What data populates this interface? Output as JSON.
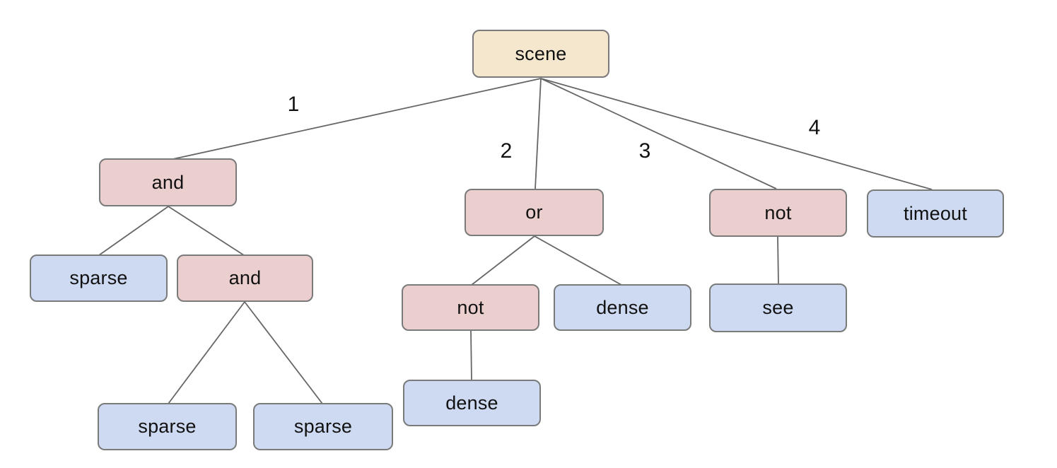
{
  "diagram": {
    "type": "tree",
    "background": "#ffffff",
    "colors": {
      "root_fill": "#f5e7ce",
      "operator_fill": "#eacfce",
      "leaf_fill": "#cedaf2",
      "node_border": "#7a7a7a",
      "edge_stroke": "#666666",
      "text": "#111111"
    },
    "nodes": {
      "scene": {
        "label": "scene",
        "kind": "root"
      },
      "and1": {
        "label": "and",
        "kind": "operator"
      },
      "or1": {
        "label": "or",
        "kind": "operator"
      },
      "not1": {
        "label": "not",
        "kind": "operator"
      },
      "timeout1": {
        "label": "timeout",
        "kind": "leaf"
      },
      "sparse1": {
        "label": "sparse",
        "kind": "leaf"
      },
      "and2": {
        "label": "and",
        "kind": "operator"
      },
      "not2": {
        "label": "not",
        "kind": "operator"
      },
      "dense1": {
        "label": "dense",
        "kind": "leaf"
      },
      "see1": {
        "label": "see",
        "kind": "leaf"
      },
      "sparse2": {
        "label": "sparse",
        "kind": "leaf"
      },
      "sparse3": {
        "label": "sparse",
        "kind": "leaf"
      },
      "dense2": {
        "label": "dense",
        "kind": "leaf"
      }
    },
    "edge_labels": {
      "e1": "1",
      "e2": "2",
      "e3": "3",
      "e4": "4"
    },
    "edges": [
      {
        "from": "scene",
        "to": "and1",
        "label": "1"
      },
      {
        "from": "scene",
        "to": "or1",
        "label": "2"
      },
      {
        "from": "scene",
        "to": "not1",
        "label": "3"
      },
      {
        "from": "scene",
        "to": "timeout1",
        "label": "4"
      },
      {
        "from": "and1",
        "to": "sparse1"
      },
      {
        "from": "and1",
        "to": "and2"
      },
      {
        "from": "and2",
        "to": "sparse2"
      },
      {
        "from": "and2",
        "to": "sparse3"
      },
      {
        "from": "or1",
        "to": "not2"
      },
      {
        "from": "or1",
        "to": "dense1"
      },
      {
        "from": "not2",
        "to": "dense2"
      },
      {
        "from": "not1",
        "to": "see1"
      }
    ]
  }
}
